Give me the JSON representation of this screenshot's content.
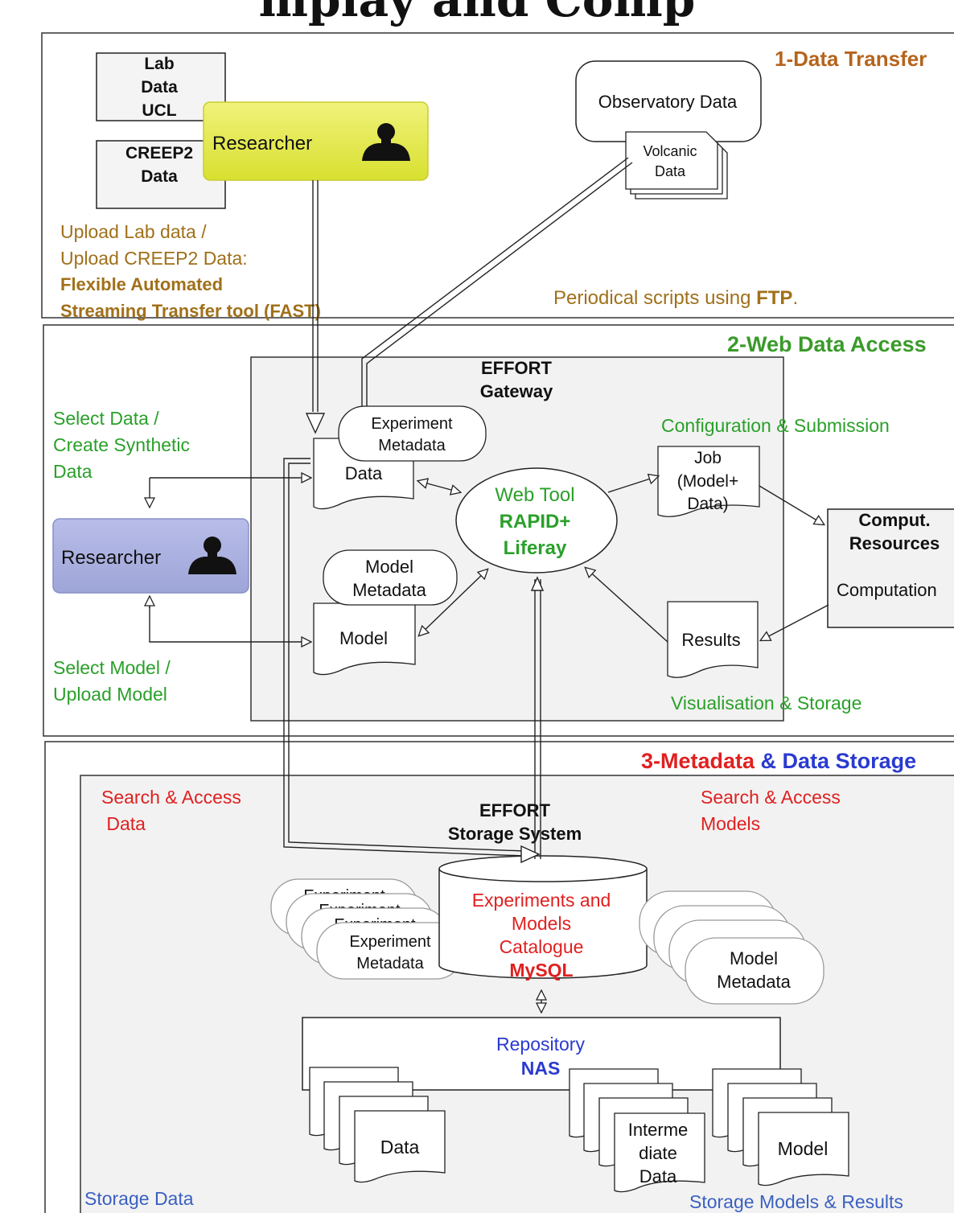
{
  "title_fragment": "mplay and Comp",
  "sections": {
    "data_transfer": {
      "title": "1-Data Transfer",
      "lab_data": [
        "Lab",
        "Data",
        "UCL"
      ],
      "creep2_data": [
        "CREEP2",
        "Data"
      ],
      "researcher": "Researcher",
      "observatory": "Observatory Data",
      "volcanic_data": [
        "Volcanic",
        "Data"
      ],
      "upload_lines": [
        "Upload Lab data /",
        "Upload CREEP2 Data:"
      ],
      "fast_lines": [
        "Flexible Automated",
        "Streaming Transfer tool (FAST)"
      ],
      "periodical_prefix": "Periodical scripts using ",
      "periodical_bold": "FTP",
      "periodical_suffix": "."
    },
    "web_access": {
      "title": "2-Web Data Access",
      "gateway": [
        "EFFORT",
        "Gateway"
      ],
      "select_data": [
        "Select Data /",
        "Create Synthetic",
        "Data"
      ],
      "researcher": "Researcher",
      "experiment_metadata": [
        "Experiment",
        "Metadata"
      ],
      "data_doc": "Data",
      "webtool": [
        "Web Tool",
        "RAPID+",
        "Liferay"
      ],
      "config": "Configuration & Submission",
      "job": [
        "Job",
        "(Model+",
        "Data)"
      ],
      "comput": [
        "Comput.",
        "Resources"
      ],
      "computation": "Computation",
      "model_metadata": [
        "Model",
        "Metadata"
      ],
      "model_doc": "Model",
      "results": "Results",
      "select_model": [
        "Select Model /",
        "Upload Model"
      ],
      "visualisation": "Visualisation  & Storage"
    },
    "storage": {
      "title_part1": "3-Metadata",
      "title_part2": " & Data Storage",
      "search_data": [
        "Search & Access",
        " Data"
      ],
      "search_models": [
        "Search & Access",
        "Models"
      ],
      "storage_system": [
        "EFFORT",
        "Storage System"
      ],
      "catalogue": [
        "Experiments and",
        "Models",
        "Catalogue"
      ],
      "mysql": "MySQL",
      "exp_metadata": [
        "Experiment",
        "Metadata"
      ],
      "exp_stack_partial": "Experiment",
      "model_metadata": [
        "Model",
        "Metadata"
      ],
      "repository": "Repository",
      "nas": "NAS",
      "data_doc": "Data",
      "intermediate": [
        "Interme",
        "diate",
        "Data"
      ],
      "model_doc": "Model",
      "storage_data": "Storage Data",
      "storage_models": "Storage Models & Results"
    }
  },
  "colors": {
    "section1_title": "#b5651d",
    "section2_title": "#3a9a2a",
    "green_text": "#2aa02a",
    "brown_text": "#a0701a",
    "red_text": "#e02020",
    "blue_text": "#2a3ad0",
    "storage_blue": "#3a60c0",
    "researcher_yellow": "#e0e84a",
    "researcher_purple": "#aab0e0",
    "panel_grey": "#f2f2f2"
  }
}
